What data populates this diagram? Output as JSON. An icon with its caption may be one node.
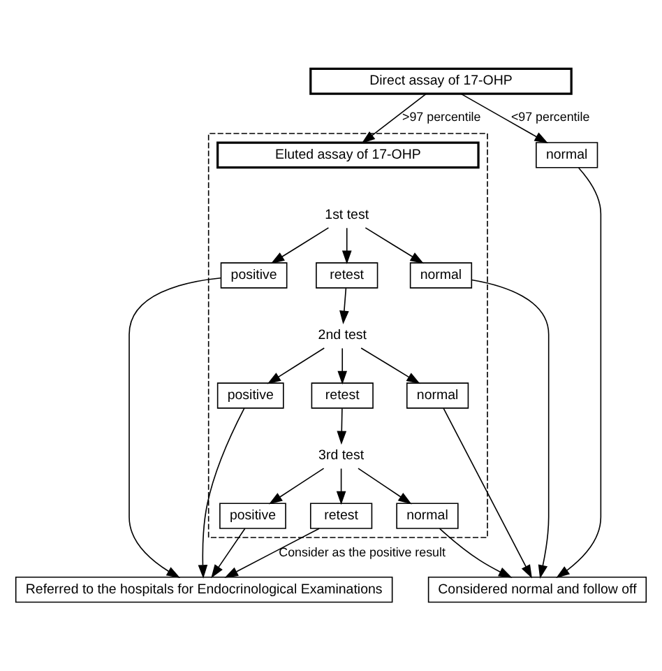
{
  "diagram": {
    "nodes": [
      {
        "text": [
          "Direct assay of 17-OHP"
        ]
      },
      {
        "text": [
          "normal"
        ]
      },
      {
        "text": [],
        "shape": "box"
      },
      {
        "text": [
          "Eluted assay of 17-OHP"
        ],
        "in": 2
      },
      {
        "text": [
          "1st test"
        ],
        "in": 2
      },
      {
        "text": [
          "positive"
        ],
        "in": 2
      },
      {
        "text": [
          "retest"
        ],
        "in": 2
      },
      {
        "text": [
          "normal"
        ],
        "in": 2
      },
      {
        "text": [
          "2nd test"
        ],
        "in": 2
      },
      {
        "text": [
          "positive"
        ],
        "in": 2
      },
      {
        "text": [
          "retest"
        ],
        "in": 2
      },
      {
        "text": [
          "normal"
        ],
        "in": 2
      },
      {
        "text": [
          "3rd test"
        ],
        "in": 2
      },
      {
        "text": [
          "positive"
        ],
        "in": 2
      },
      {
        "text": [
          "retest"
        ],
        "in": 2
      },
      {
        "text": [
          "normal"
        ],
        "in": 2
      },
      {
        "text": [
          "Referred to the hospitals for Endocrinological Examinations"
        ]
      },
      {
        "text": [
          "Considered normal and follow off"
        ]
      }
    ],
    "edges": [
      {
        "from": 0,
        "to": 3,
        "arrow": "to",
        "label": ">97 percentile"
      },
      {
        "from": 0,
        "to": 1,
        "arrow": "to",
        "label": "<97 percentile"
      },
      {
        "from": 1,
        "to": 17,
        "arrow": "to"
      },
      {
        "from": 4,
        "to": 5,
        "arrow": "to"
      },
      {
        "from": 4,
        "to": 6,
        "arrow": "to"
      },
      {
        "from": 4,
        "to": 7,
        "arrow": "to"
      },
      {
        "from": 5,
        "to": 16,
        "arrow": "to"
      },
      {
        "from": 7,
        "to": 17,
        "arrow": "to"
      },
      {
        "from": 6,
        "to": 8,
        "arrow": "to"
      },
      {
        "from": 8,
        "to": 9,
        "arrow": "to"
      },
      {
        "from": 8,
        "to": 10,
        "arrow": "to"
      },
      {
        "from": 8,
        "to": 11,
        "arrow": "to"
      },
      {
        "from": 9,
        "to": 16,
        "arrow": "to"
      },
      {
        "from": 11,
        "to": 17,
        "arrow": "to"
      },
      {
        "from": 10,
        "to": 12,
        "arrow": "to"
      },
      {
        "from": 12,
        "to": 13,
        "arrow": "to"
      },
      {
        "from": 12,
        "to": 14,
        "arrow": "to"
      },
      {
        "from": 12,
        "to": 15,
        "arrow": "to"
      },
      {
        "from": 13,
        "to": 16,
        "arrow": "to"
      },
      {
        "from": 15,
        "to": 17,
        "arrow": "to"
      },
      {
        "from": 14,
        "to": 16,
        "arrow": "to",
        "label": "Consider as the positive result"
      }
    ]
  }
}
